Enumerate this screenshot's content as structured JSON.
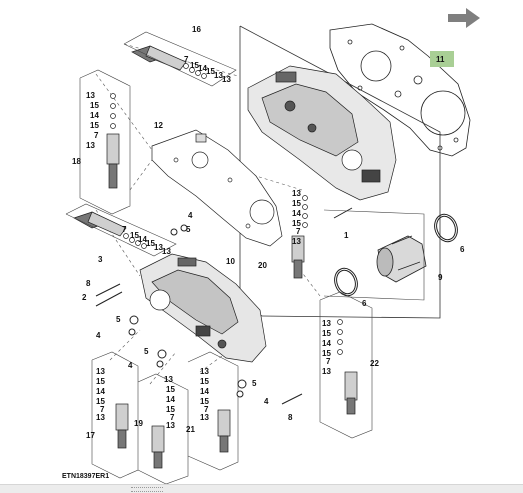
{
  "nav": {
    "next_icon": "arrow-right-icon",
    "arrow_color": "#7f7f7f"
  },
  "highlight": {
    "label": "11",
    "color": "#a9cf95"
  },
  "figure_code": "ETN18397ER1",
  "callouts": {
    "c16": "16",
    "c12": "12",
    "c18": "18",
    "c3": "3",
    "c10": "10",
    "c20": "20",
    "c1": "1",
    "c6a": "6",
    "c6b": "6",
    "c9": "9",
    "c22": "22",
    "c8a": "8",
    "c2": "2",
    "c5a": "5",
    "c4a": "4",
    "c5b": "5",
    "c4b": "4",
    "c4c": "4",
    "c5c": "5",
    "c4d": "4",
    "c17": "17",
    "c19": "19",
    "c21": "21",
    "c8b": "8",
    "c7": "7"
  },
  "seal_labels": {
    "v16": [
      "7",
      "15",
      "14",
      "15",
      "13",
      "13"
    ],
    "v18": [
      "13",
      "15",
      "14",
      "15",
      "7",
      "13"
    ],
    "v3": [
      "7",
      "15",
      "14",
      "15",
      "13",
      "13"
    ],
    "v20": [
      "13",
      "15",
      "14",
      "15",
      "7",
      "13"
    ],
    "v22": [
      "13",
      "15",
      "14",
      "15",
      "7",
      "13"
    ],
    "v17": [
      "13",
      "15",
      "14",
      "15",
      "7",
      "13"
    ],
    "v19": [
      "13",
      "15",
      "14",
      "15",
      "7",
      "13"
    ],
    "v21": [
      "13",
      "15",
      "14",
      "15",
      "7",
      "13"
    ]
  }
}
